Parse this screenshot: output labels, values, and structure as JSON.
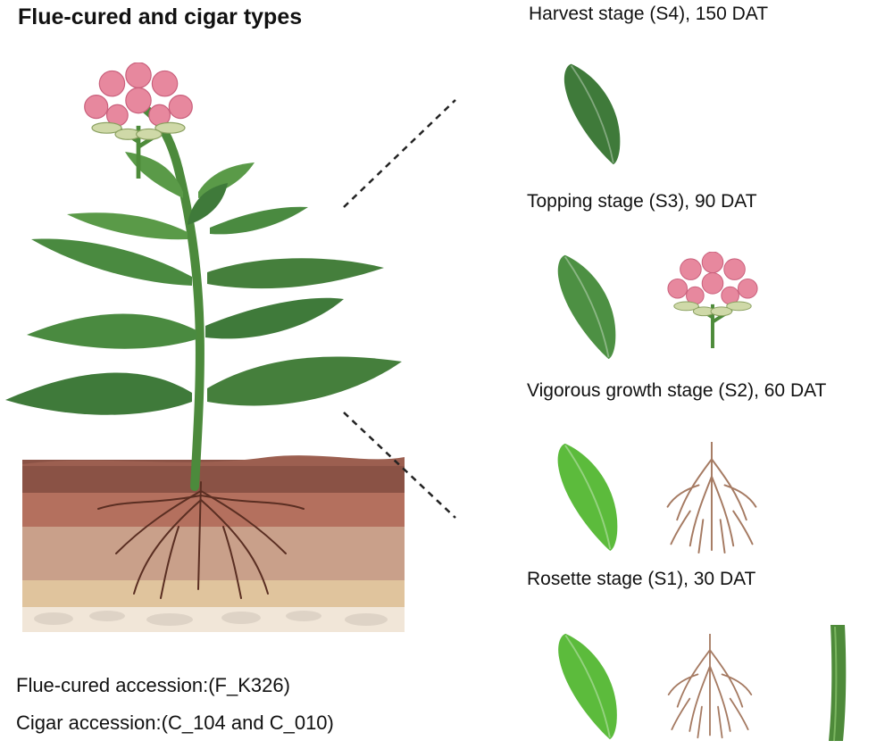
{
  "title": "Flue-cured and cigar types",
  "stages": [
    {
      "label": "Harvest stage (S4), 150 DAT",
      "organs": [
        "leaf"
      ]
    },
    {
      "label": "Topping stage (S3), 90 DAT",
      "organs": [
        "leaf",
        "flower"
      ]
    },
    {
      "label": "Vigorous growth stage (S2), 60 DAT",
      "organs": [
        "leaf",
        "root"
      ]
    },
    {
      "label": "Rosette stage (S1), 30 DAT",
      "organs": [
        "leaf",
        "root",
        "stem"
      ]
    }
  ],
  "accessions": {
    "flue_cured": "Flue-cured accession:(F_K326)",
    "cigar": "Cigar accession:(C_104 and C_010)"
  },
  "colors": {
    "leaf_dark": "#3f7a3a",
    "leaf_mid": "#4d9043",
    "leaf_light": "#5cbb3c",
    "flower_pink": "#e7889e",
    "root_brown": "#7a4a35",
    "soil_top": "#8a5245",
    "soil_mid": "#b8826c",
    "soil_light": "#e0c49d"
  }
}
